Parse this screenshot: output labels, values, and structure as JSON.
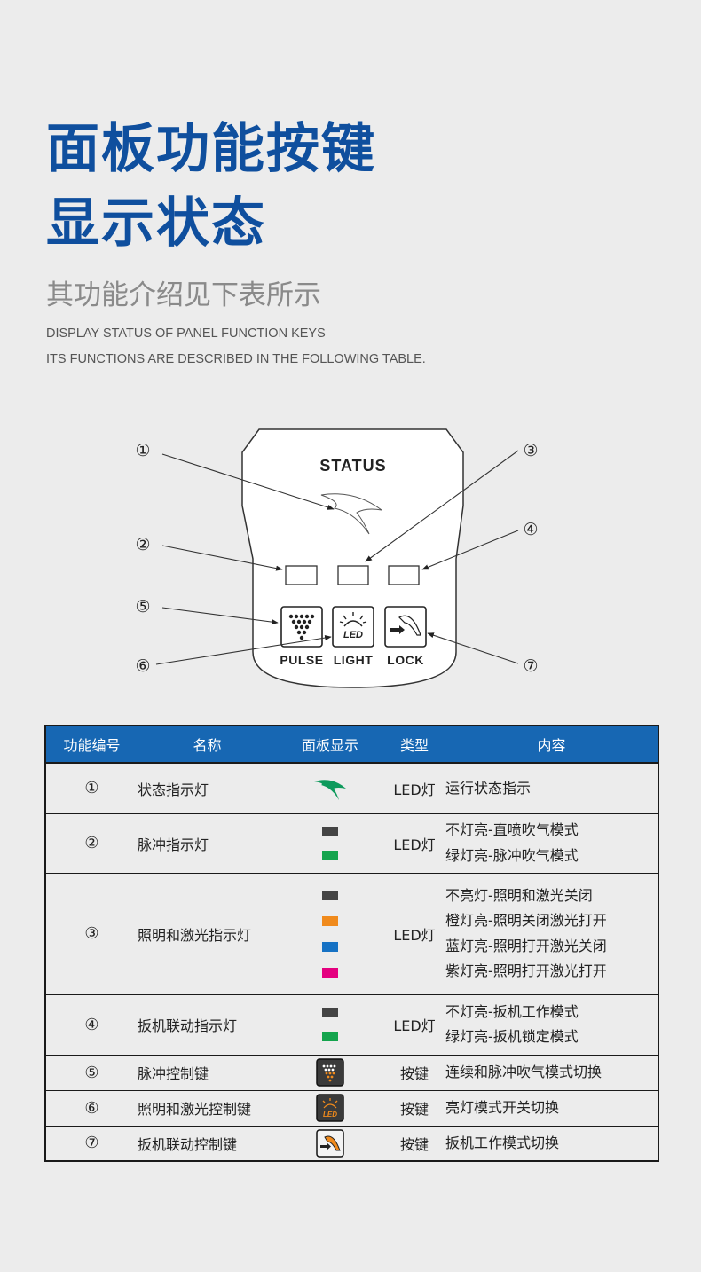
{
  "heading": {
    "line1": "面板功能按键",
    "line2": "显示状态"
  },
  "subtitle": {
    "cn": "其功能介绍见下表所示",
    "en_line1": "DISPLAY STATUS OF PANEL FUNCTION KEYS",
    "en_line2": "ITS FUNCTIONS ARE DESCRIBED IN THE FOLLOWING TABLE."
  },
  "panel": {
    "status_label": "STATUS",
    "key_labels": {
      "pulse": "PULSE",
      "light": "LIGHT",
      "lock": "LOCK"
    },
    "led_label": "LED",
    "callouts": [
      "①",
      "②",
      "③",
      "④",
      "⑤",
      "⑥",
      "⑦"
    ]
  },
  "table": {
    "headers": [
      "功能编号",
      "名称",
      "面板显示",
      "类型",
      "内容"
    ],
    "rows": [
      {
        "num": "①",
        "name": "状态指示灯",
        "display": "status-swoosh-icon",
        "type": "LED灯",
        "desc": [
          "运行状态指示"
        ]
      },
      {
        "num": "②",
        "name": "脉冲指示灯",
        "display": [
          "#444444",
          "#14a44d"
        ],
        "type": "LED灯",
        "desc": [
          "不灯亮-直喷吹气模式",
          "绿灯亮-脉冲吹气模式"
        ]
      },
      {
        "num": "③",
        "name": "照明和激光指示灯",
        "display": [
          "#444444",
          "#f08a1c",
          "#1672c4",
          "#e4007f"
        ],
        "type": "LED灯",
        "desc": [
          "不亮灯-照明和激光关闭",
          "橙灯亮-照明关闭激光打开",
          "蓝灯亮-照明打开激光关闭",
          "紫灯亮-照明打开激光打开"
        ]
      },
      {
        "num": "④",
        "name": "扳机联动指示灯",
        "display": [
          "#444444",
          "#14a44d"
        ],
        "type": "LED灯",
        "desc": [
          "不灯亮-扳机工作模式",
          "绿灯亮-扳机锁定模式"
        ]
      },
      {
        "num": "⑤",
        "name": "脉冲控制键",
        "display": "pulse-key-icon",
        "type": "按键",
        "desc": [
          "连续和脉冲吹气模式切换"
        ]
      },
      {
        "num": "⑥",
        "name": "照明和激光控制键",
        "display": "light-key-icon",
        "type": "按键",
        "desc": [
          "亮灯模式开关切换"
        ]
      },
      {
        "num": "⑦",
        "name": "扳机联动控制键",
        "display": "lock-key-icon",
        "type": "按键",
        "desc": [
          "扳机工作模式切换"
        ]
      }
    ]
  },
  "colors": {
    "title_blue": "#0f4f9e",
    "header_blue": "#1767b3",
    "status_green": "#0e9a5c",
    "swatch_dark": "#444444",
    "swatch_green": "#14a44d",
    "swatch_orange": "#f08a1c",
    "swatch_blue": "#1672c4",
    "swatch_magenta": "#e4007f",
    "key_icon_orange": "#f08a1c"
  }
}
